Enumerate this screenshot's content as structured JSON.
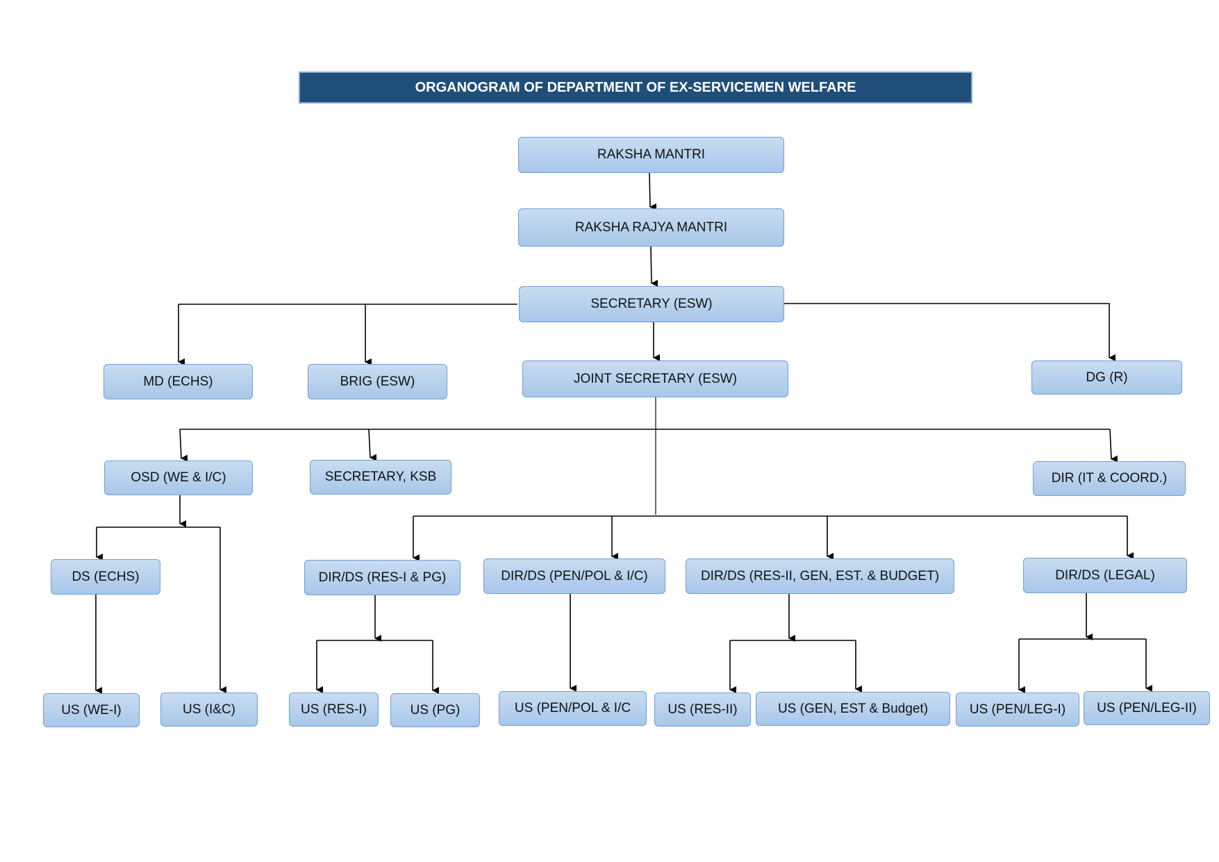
{
  "title": "ORGANOGRAM OF DEPARTMENT OF EX-SERVICEMEN WELFARE",
  "colors": {
    "title_bg": "#1f4e79",
    "node_fill": "#a8c7ea",
    "node_border": "#6f9ed2"
  },
  "nodes": {
    "rm": "RAKSHA MANTRI",
    "rrm": "RAKSHA RAJYA MANTRI",
    "sec": "SECRETARY (ESW)",
    "md": "MD (ECHS)",
    "brig": "BRIG (ESW)",
    "js": "JOINT SECRETARY (ESW)",
    "dg": "DG (R)",
    "osd": "OSD (WE & I/C)",
    "ksb": "SECRETARY, KSB",
    "dirit": "DIR (IT & COORD.)",
    "dsechs": "DS (ECHS)",
    "res1pg": "DIR/DS (RES-I & PG)",
    "penpol": "DIR/DS (PEN/POL & I/C)",
    "res2": "DIR/DS (RES-II, GEN, EST. & BUDGET)",
    "legal": "DIR/DS (LEGAL)",
    "uswe": "US (WE-I)",
    "usic": "US (I&C)",
    "usres1": "US (RES-I)",
    "uspg": "US (PG)",
    "uspenpol": "US (PEN/POL & I/C",
    "usres2": "US (RES-II)",
    "usgen": "US (GEN, EST & Budget)",
    "usleg1": "US (PEN/LEG-I)",
    "usleg2": "US (PEN/LEG-II)"
  }
}
